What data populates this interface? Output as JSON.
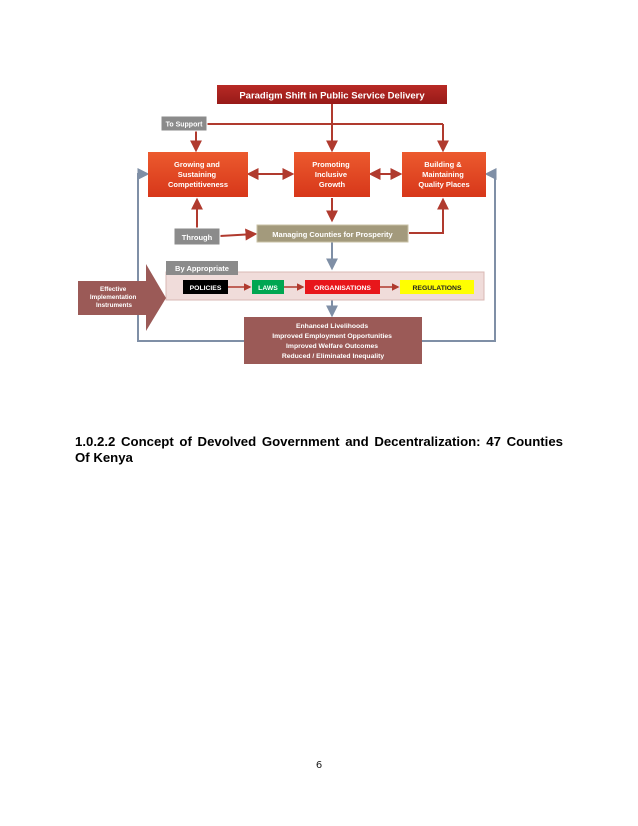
{
  "diagram": {
    "title": "Paradigm Shift in Public Service Delivery",
    "to_support": "To Support",
    "pillars": [
      [
        "Growing and",
        "Sustaining",
        "Competitiveness"
      ],
      [
        "Promoting",
        "Inclusive",
        "Growth"
      ],
      [
        "Building &",
        "Maintaining",
        "Quality Places"
      ]
    ],
    "through": "Through",
    "managing": "Managing Counties for Prosperity",
    "by_appropriate": "By Appropriate",
    "instruments": {
      "policies": "POLICIES",
      "laws": "LAWS",
      "organisations": "ORGANISATIONS",
      "regulations": "REGULATIONS"
    },
    "effective": [
      "Effective",
      "Implementation",
      "Instruments"
    ],
    "outcomes": [
      "Enhanced Livelihoods",
      "Improved Employment Opportunities",
      "Improved Welfare Outcomes",
      "Reduced / Eliminated Inequality"
    ],
    "colors": {
      "title_bg": "#a51f1d",
      "pillar_bg": "#e2441c",
      "label_gray": "#8b8b8b",
      "managing_bg": "#a39a7c",
      "outcome_bg": "#9b5a57",
      "panel_bg": "#f0dcda",
      "arrow": "#b03a2e",
      "policies": "#000000",
      "laws": "#00a651",
      "organisations": "#e8161b",
      "regulations": "#ffff00"
    }
  },
  "section_heading": "1.0.2.2 Concept of Devolved Government and Decentralization: 47 Counties Of Kenya",
  "page_number": "6"
}
